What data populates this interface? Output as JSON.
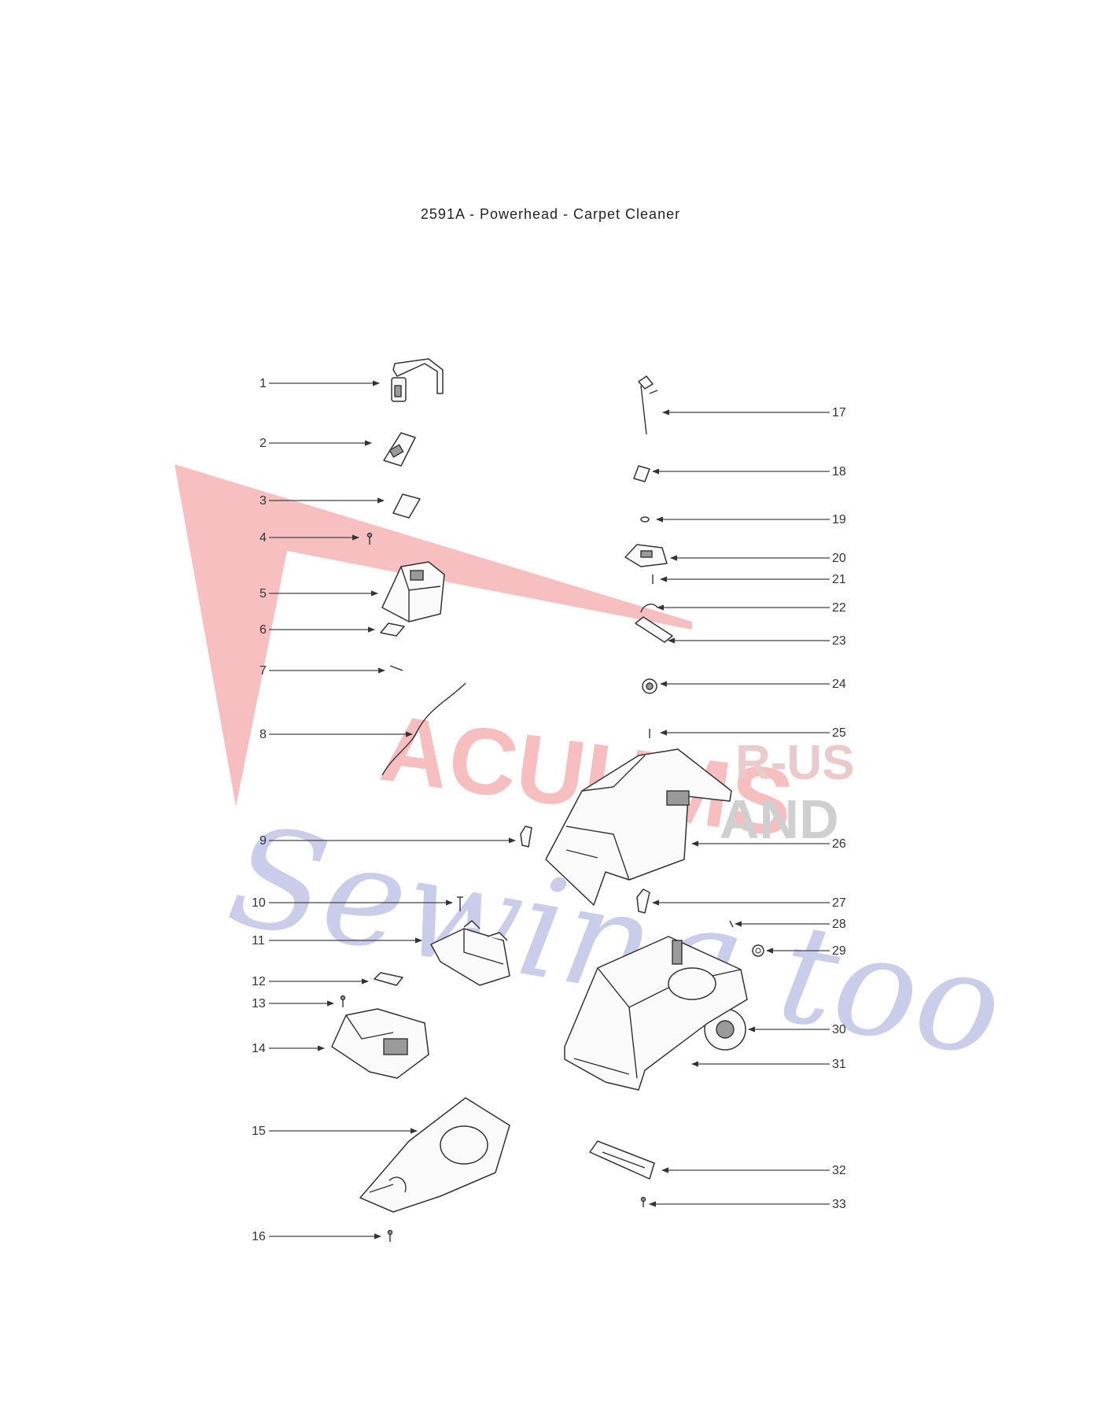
{
  "title": "2591A - Powerhead - Carpet Cleaner",
  "callouts_left": [
    "1",
    "2",
    "3",
    "4",
    "5",
    "6",
    "7",
    "8",
    "9",
    "10",
    "11",
    "12",
    "13",
    "14",
    "15",
    "16"
  ],
  "callouts_right": [
    "17",
    "18",
    "19",
    "20",
    "21",
    "22",
    "23",
    "24",
    "25",
    "26",
    "27",
    "28",
    "29",
    "30",
    "31",
    "32",
    "33"
  ],
  "watermark": {
    "main": "ACUUMS",
    "suffix": "R-US",
    "and": "AND",
    "script": "Sewing too",
    "colors": {
      "red": "#f08a8a",
      "blue": "#9ea6d8",
      "gray": "#a8a8a8"
    }
  }
}
